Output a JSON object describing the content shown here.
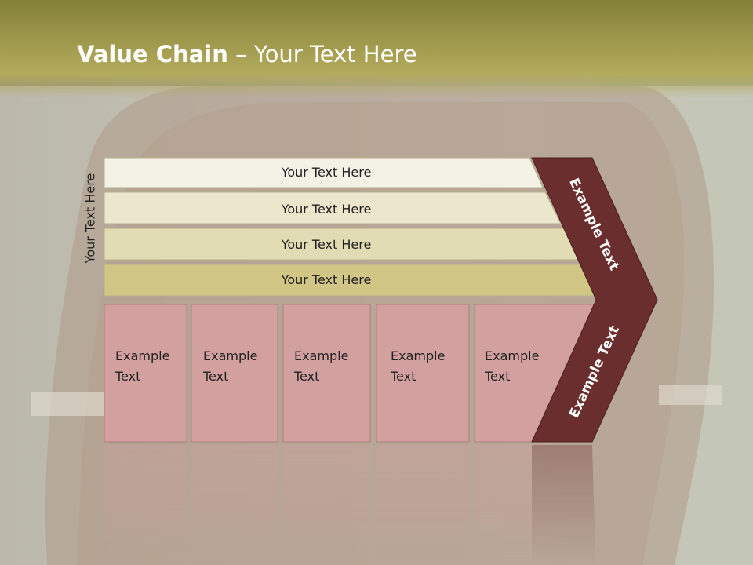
{
  "slide": {
    "title_bold": "Value Chain",
    "title_rest": " – Your Text Here",
    "side_label": "Your Text Here"
  },
  "rows": [
    {
      "label": "Your Text Here",
      "color": "#f4f2e6"
    },
    {
      "label": "Your Text Here",
      "color": "#ece7cc"
    },
    {
      "label": "Your Text Here",
      "color": "#e2dcb4"
    },
    {
      "label": "Your Text Here",
      "color": "#d1c686"
    }
  ],
  "boxes": [
    {
      "line1": "Example",
      "line2": "Text"
    },
    {
      "line1": "Example",
      "line2": "Text"
    },
    {
      "line1": "Example",
      "line2": "Text"
    },
    {
      "line1": "Example",
      "line2": "Text"
    },
    {
      "line1": "Example",
      "line2": "Text"
    }
  ],
  "chevron": {
    "upper_label": "Example Text",
    "lower_label": "Example Text",
    "color": "#6b2e2e"
  },
  "colors": {
    "box_fill": "#d3a0a0",
    "header": "#a59f50"
  }
}
